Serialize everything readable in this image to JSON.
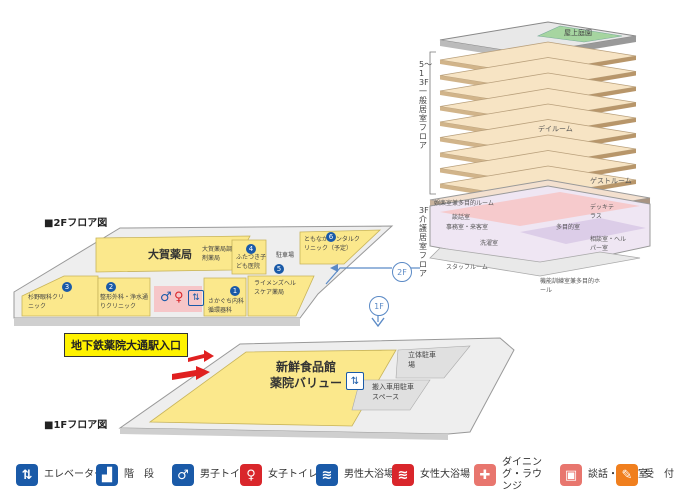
{
  "titles": {
    "floor2": "■2Fフロア図",
    "floor1": "■1Fフロア図"
  },
  "banner": "地下鉄薬院大通駅入口",
  "badges": {
    "two": "2F",
    "one": "1F"
  },
  "tower": {
    "rooftop": "屋上庭園",
    "residential_floors": "5〜13F 一般居室フロア",
    "care_floors": "3F 介護居室フロア",
    "day_room": "デイルーム",
    "guest_room": "ゲストルーム",
    "bath_multi": "娯楽室兼多目的ルーム",
    "deck_terrace": "デッキテラス",
    "lounge_room": "談話室",
    "office": "事務室・来客室",
    "multi_room": "多目的室",
    "wash_room": "洗濯室",
    "consult_room": "相談室・ヘルパー室",
    "staff_room": "スタッフルーム",
    "rehab_room": "機能訓練室兼多目的ホール"
  },
  "floor2": {
    "pharmacy": "大賀薬局",
    "pharmacy_clinic": "大賀薬局調剤薬局",
    "clinic1": "杉野眼科クリニック",
    "clinic2": "整形外科・浄水通りクリニック",
    "clinic3": "さかぐち内科循環器科",
    "clinic4": "ふたつき子ども医院",
    "clinic5": "ライメンズヘルスケア薬局",
    "clinic6": "ともなが デンタルクリニック（予定）",
    "parking": "駐車場"
  },
  "floor1": {
    "market_line1": "新鮮食品館",
    "market_line2": "薬院バリュー",
    "parking_three": "立体駐車場",
    "unloading": "搬入車用駐車スペース"
  },
  "legend": [
    {
      "label": "エレベーター",
      "icon": "elevator-icon",
      "color": "#1a5aa8"
    },
    {
      "label": "階　段",
      "icon": "stairs-icon",
      "color": "#1a5aa8"
    },
    {
      "label": "男子トイレ",
      "icon": "male-toilet-icon",
      "color": "#1a5aa8"
    },
    {
      "label": "女子トイレ",
      "icon": "female-toilet-icon",
      "color": "#d9262b"
    },
    {
      "label": "男性大浴場",
      "icon": "male-bath-icon",
      "color": "#1a5aa8"
    },
    {
      "label": "女性大浴場",
      "icon": "female-bath-icon",
      "color": "#d9262b"
    },
    {
      "label": "ダイニング・ラウンジ",
      "icon": "dining-icon",
      "color": "#e8766e"
    },
    {
      "label": "談話・応接室",
      "icon": "lounge-icon",
      "color": "#e8766e"
    },
    {
      "label": "受　付",
      "icon": "reception-icon",
      "color": "#f07f1e"
    }
  ],
  "colors": {
    "yellow": "#fbe88c",
    "gray": "#e6e6e6",
    "slab": "#f2dcc0",
    "pink": "#f6c6c8",
    "lavender": "#dccde8",
    "green": "#a6d5a0"
  }
}
